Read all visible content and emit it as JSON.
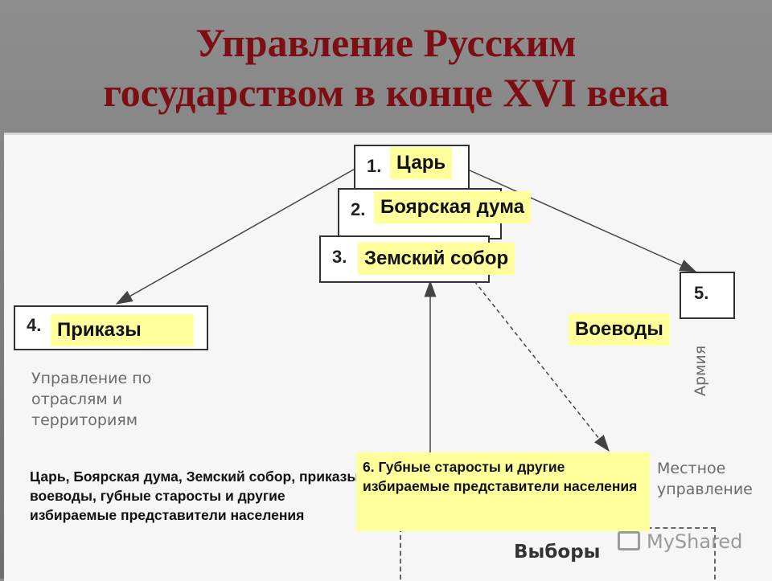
{
  "title": {
    "line1": "Управление Русским",
    "line2": "государством в конце XVI века"
  },
  "diagram": {
    "box1": {
      "num": "1.",
      "label": "Царь"
    },
    "box2": {
      "num": "2.",
      "label": "Боярская дума"
    },
    "box3": {
      "num": "3.",
      "label": "Земский собор"
    },
    "box4": {
      "num": "4.",
      "label": "Приказы"
    },
    "box5": {
      "num": "5.",
      "label": "Воеводы"
    },
    "branch_caption": "Управление по отраслям и территориям",
    "army_caption": "Армия",
    "local_caption": "Местное управление",
    "box6_text": "6. Губные старосты и другие избираемые представители населения",
    "elections_label": "Выборы"
  },
  "summary": "Царь, Боярская дума, Земский собор, приказы, воеводы, губные старосты и другие избираемые представители населения",
  "watermark": "MyShared",
  "colors": {
    "title": "#7d0f14",
    "highlight": "#ffff9c",
    "background": "#7f7f7f"
  }
}
